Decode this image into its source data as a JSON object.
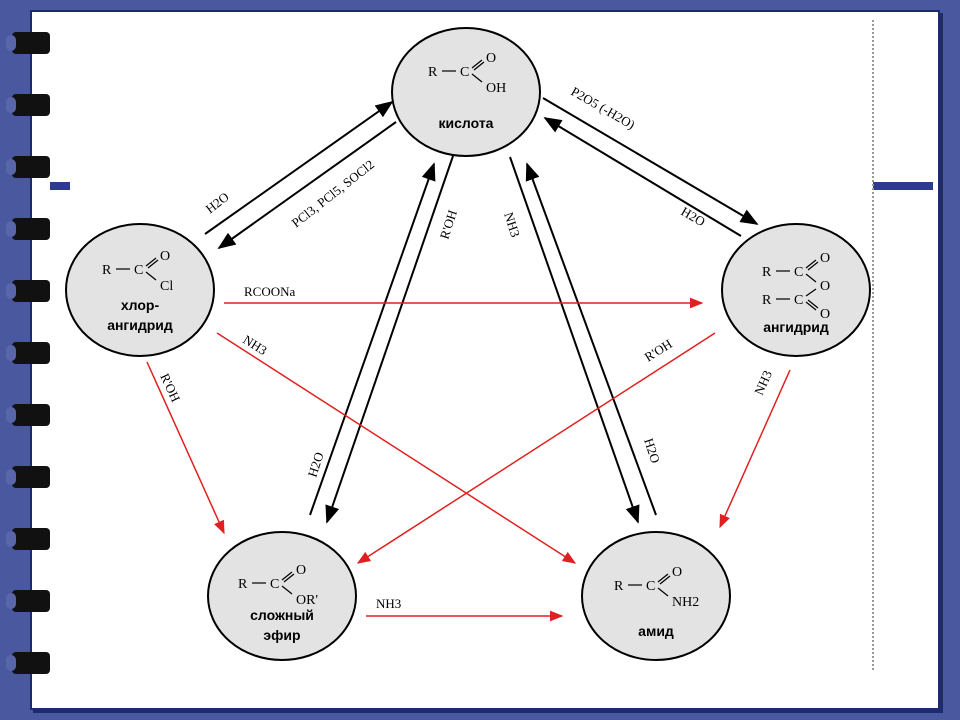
{
  "colors": {
    "background": "#4a58a0",
    "node_fill": "#e3e3e3",
    "black_arrow": "#000000",
    "red_arrow": "#e02020"
  },
  "nodes": {
    "acid": {
      "name": "кислота",
      "formula_r": "R",
      "formula_c": "C",
      "formula_o": "O",
      "formula_sub": "OH"
    },
    "chloride": {
      "name_line1": "хлор-",
      "name_line2": "ангидрид",
      "formula_r": "R",
      "formula_c": "C",
      "formula_o": "O",
      "formula_sub": "Cl"
    },
    "anhydride": {
      "name": "ангидрид",
      "formula_r1": "R",
      "formula_c1": "C",
      "formula_o1": "O",
      "formula_r2": "R",
      "formula_c2": "C",
      "formula_o2": "O",
      "formula_o_mid": "O"
    },
    "ester": {
      "name_line1": "сложный",
      "name_line2": "эфир",
      "formula_r": "R",
      "formula_c": "C",
      "formula_o": "O",
      "formula_sub": "OR'"
    },
    "amide": {
      "name": "амид",
      "formula_r": "R",
      "formula_c": "C",
      "formula_o": "O",
      "formula_sub": "NH2"
    }
  },
  "reagents": {
    "h2o_to_acid": "H2O",
    "acid_to_chloride": "PCl3, PCl5, SOCl2",
    "acid_to_anhydride": "P2O5 (-H2O)",
    "anhydride_h2o": "H2O",
    "acid_to_ester": "R'OH",
    "ester_to_acid": "H2O",
    "acid_to_amide": "NH3",
    "amide_to_acid": "H2O",
    "chloride_to_anhydride": "RCOONa",
    "chloride_to_amide": "NH3",
    "chloride_to_ester": "R'OH",
    "anhydride_to_ester": "R'OH",
    "anhydride_to_amide": "NH3",
    "ester_to_amide": "NH3"
  }
}
